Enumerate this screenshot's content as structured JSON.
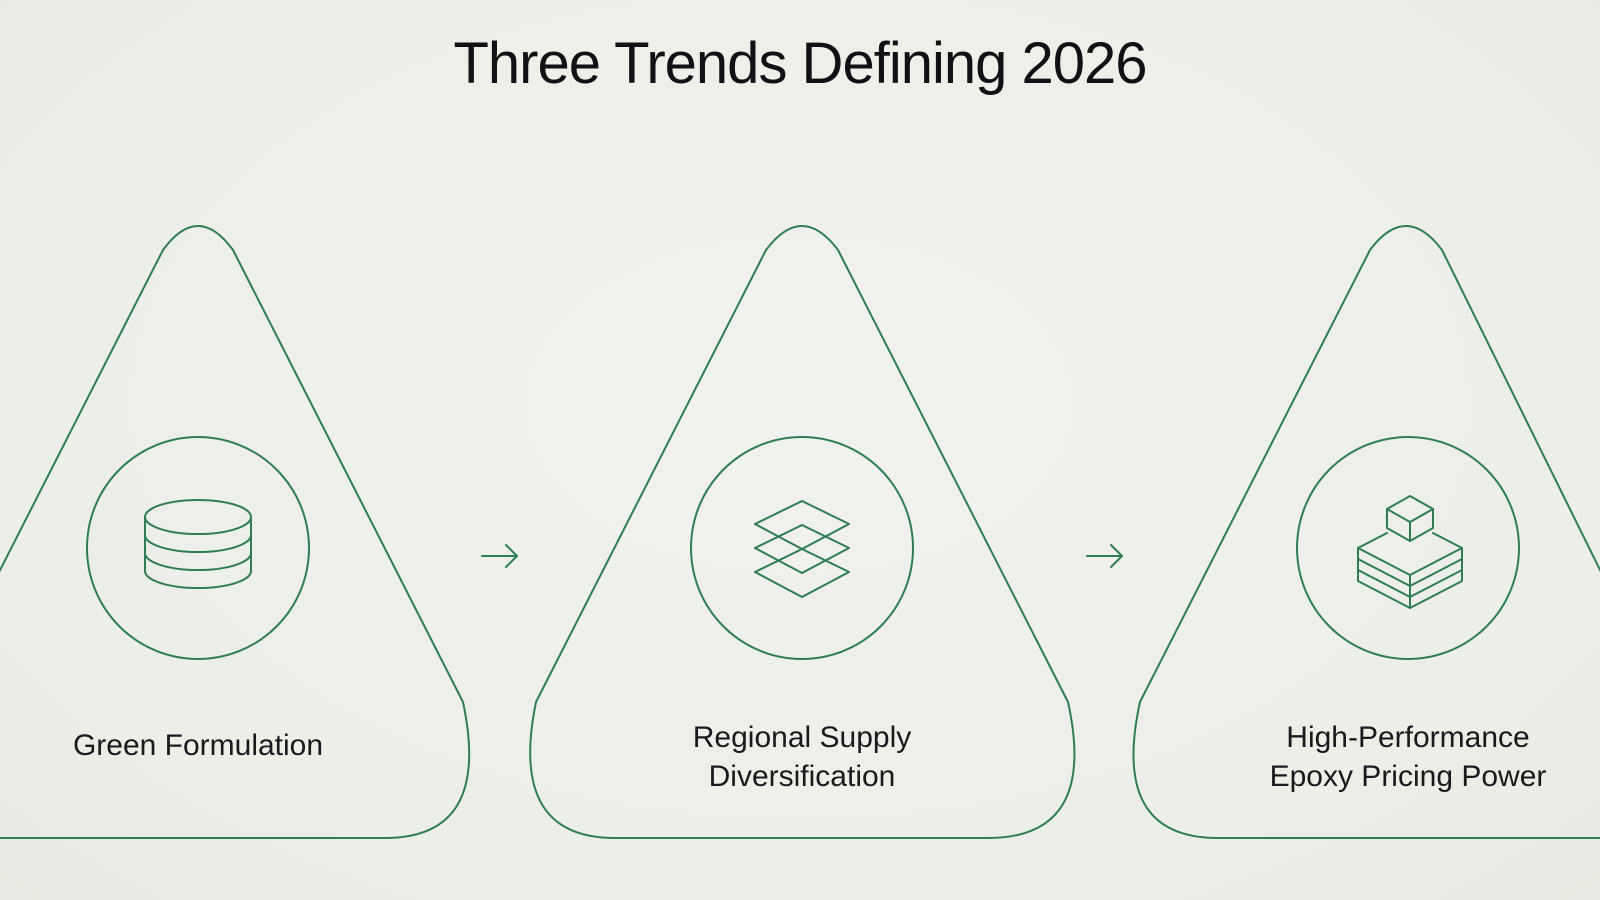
{
  "title": "Three Trends Defining 2026",
  "accent_color": "#2e7d55",
  "trends": [
    {
      "lines": [
        "Green Formulation"
      ],
      "icon": "database-cylinder-icon"
    },
    {
      "lines": [
        "Regional Supply",
        "Diversification"
      ],
      "icon": "layers-stack-icon"
    },
    {
      "lines": [
        "High-Performance",
        "Epoxy Pricing Power"
      ],
      "icon": "stacked-blocks-icon"
    }
  ],
  "connectors": [
    "arrow-right-icon",
    "arrow-right-icon"
  ]
}
